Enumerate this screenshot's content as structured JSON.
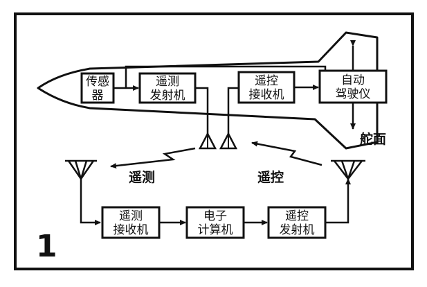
{
  "figure": {
    "number": "1"
  },
  "rocket_blocks": {
    "sensor": [
      "传感",
      "器"
    ],
    "telemetry_tx": [
      "遥测",
      "发射机"
    ],
    "remote_rx": [
      "遥控",
      "接收机"
    ],
    "autopilot": [
      "自动",
      "驾驶仪"
    ]
  },
  "ground_blocks": {
    "telemetry_rx": [
      "遥测",
      "接收机"
    ],
    "computer": [
      "电子",
      "计算机"
    ],
    "remote_tx": [
      "遥控",
      "发射机"
    ]
  },
  "labels": {
    "rudder": "舵面",
    "telemetry": "遥测",
    "remote_control": "遥控"
  },
  "colors": {
    "ink": "#111111",
    "paper": "#ffffff"
  }
}
